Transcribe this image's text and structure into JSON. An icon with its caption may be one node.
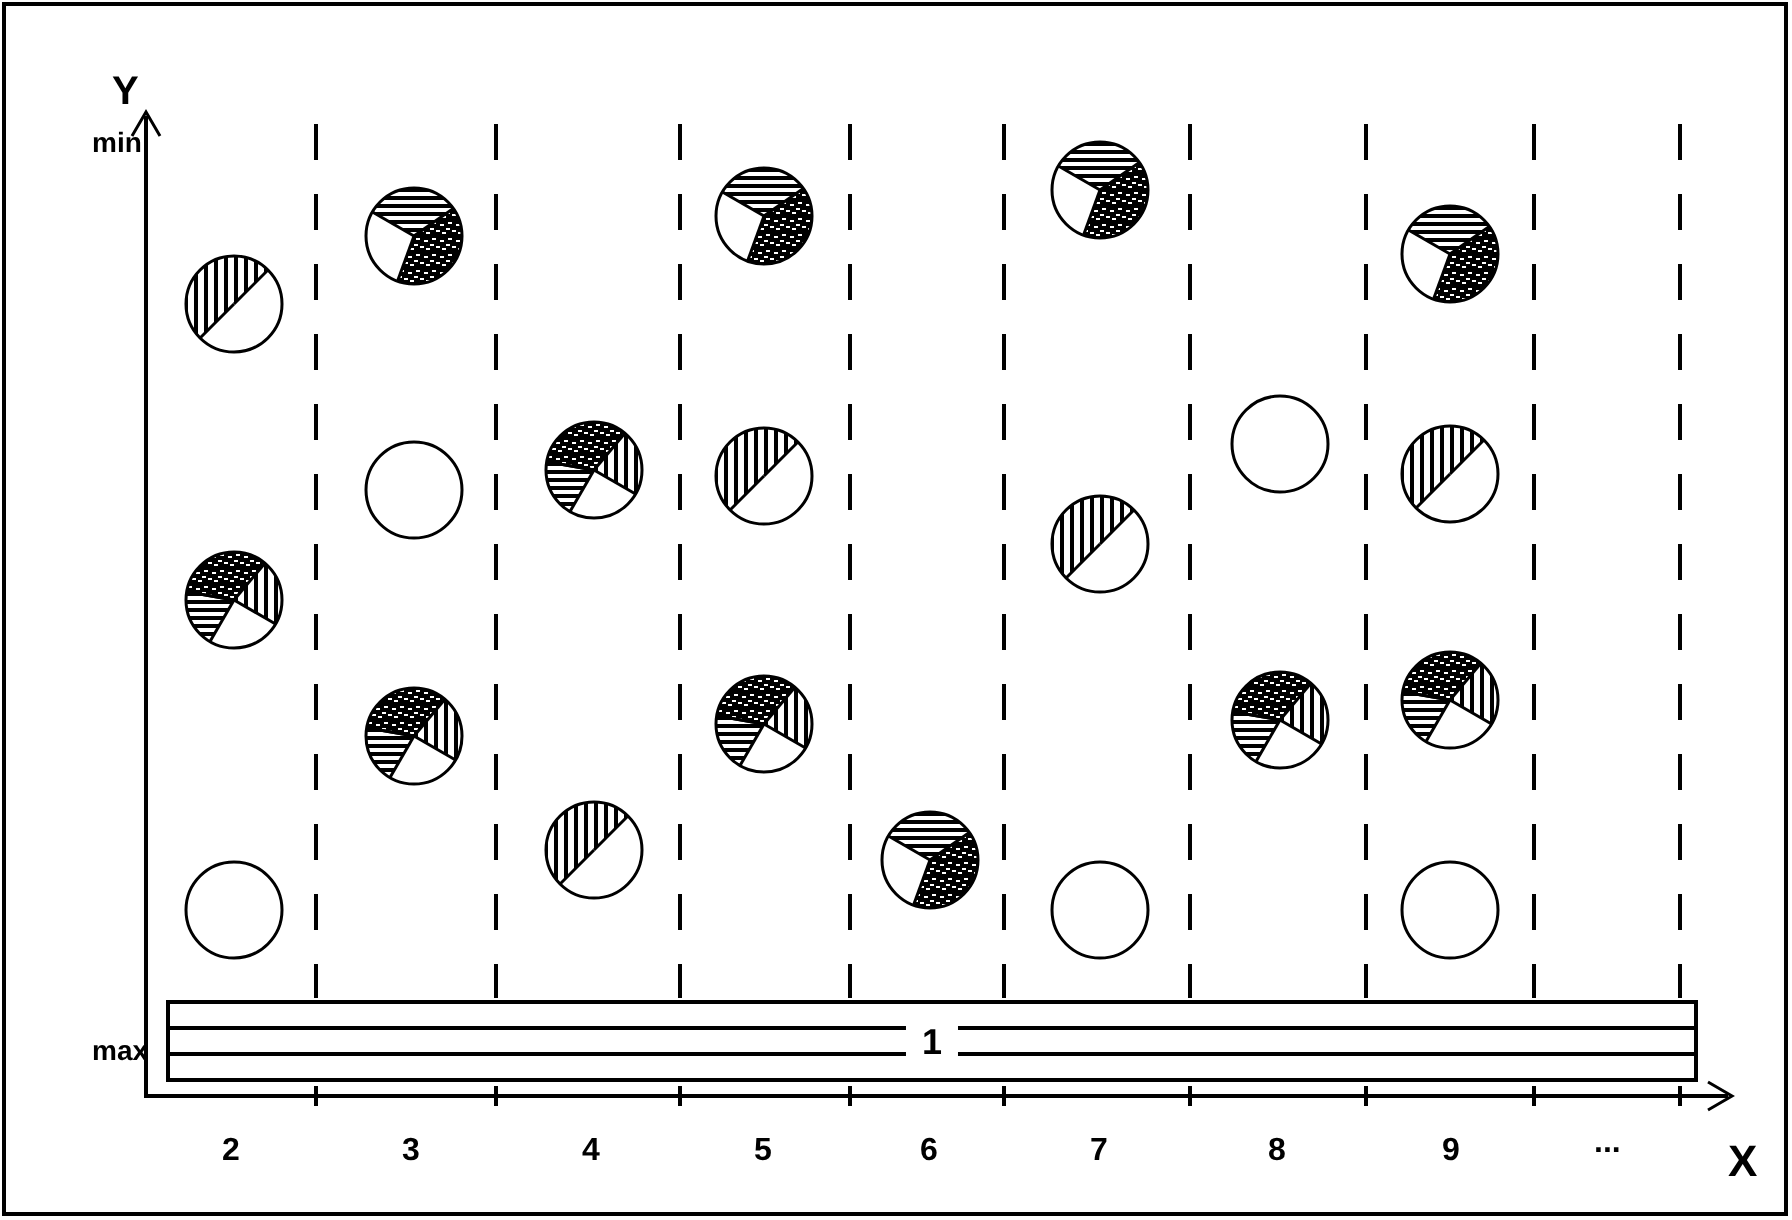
{
  "diagram": {
    "nodes": [
      {
        "text": [
          "1"
        ]
      }
    ],
    "labels": [
      "Y",
      "min",
      "max",
      "2",
      "3",
      "4",
      "5",
      "6",
      "7",
      "8",
      "9",
      "...",
      "X"
    ]
  }
}
